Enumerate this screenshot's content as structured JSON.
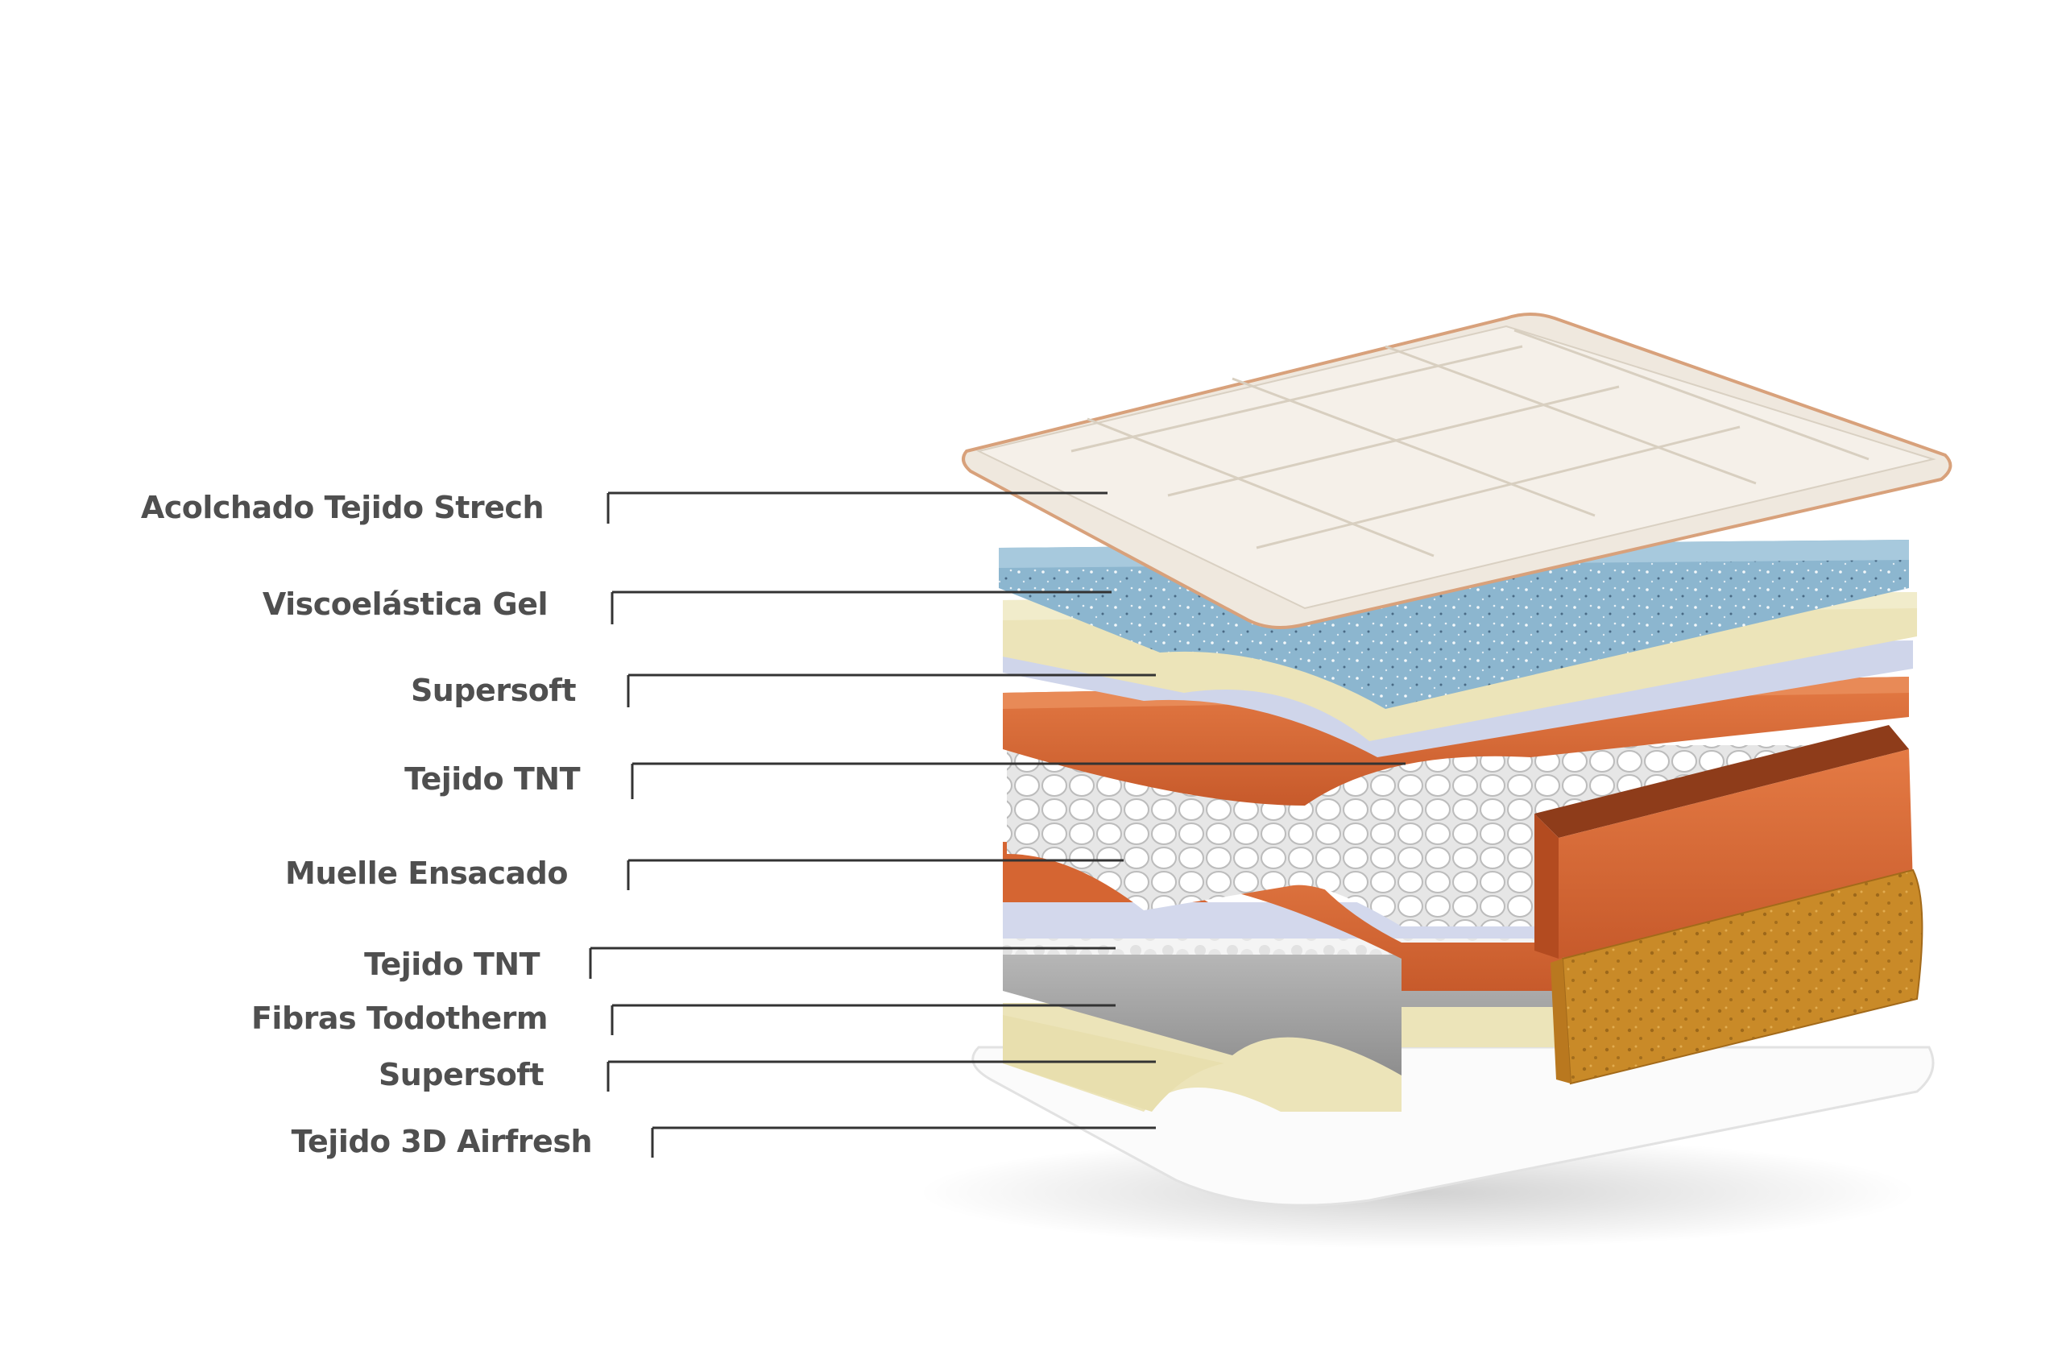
{
  "colors": {
    "label_text": "#4f4f4f",
    "leader_line": "#333333",
    "quilt_top": "#f1ebe2",
    "gel_blue": "#8fb9d2",
    "supersoft_cream": "#ece4b9",
    "tnt_lavender": "#cfd5ea",
    "foam_orange": "#dc6d3a",
    "spring_white": "#f2f2f2",
    "fiber_gray": "#a8a8a8",
    "coir_gold": "#c98c2a",
    "airfresh_white": "#fafafa"
  },
  "layers": [
    {
      "name": "Acolchado Tejido Strech"
    },
    {
      "name": "Viscoelástica Gel"
    },
    {
      "name": "Supersoft"
    },
    {
      "name": "Tejido TNT"
    },
    {
      "name": "Muelle Ensacado"
    },
    {
      "name": "Tejido TNT"
    },
    {
      "name": "Fibras Todotherm"
    },
    {
      "name": "Supersoft"
    },
    {
      "name": "Tejido 3D Airfresh"
    }
  ]
}
